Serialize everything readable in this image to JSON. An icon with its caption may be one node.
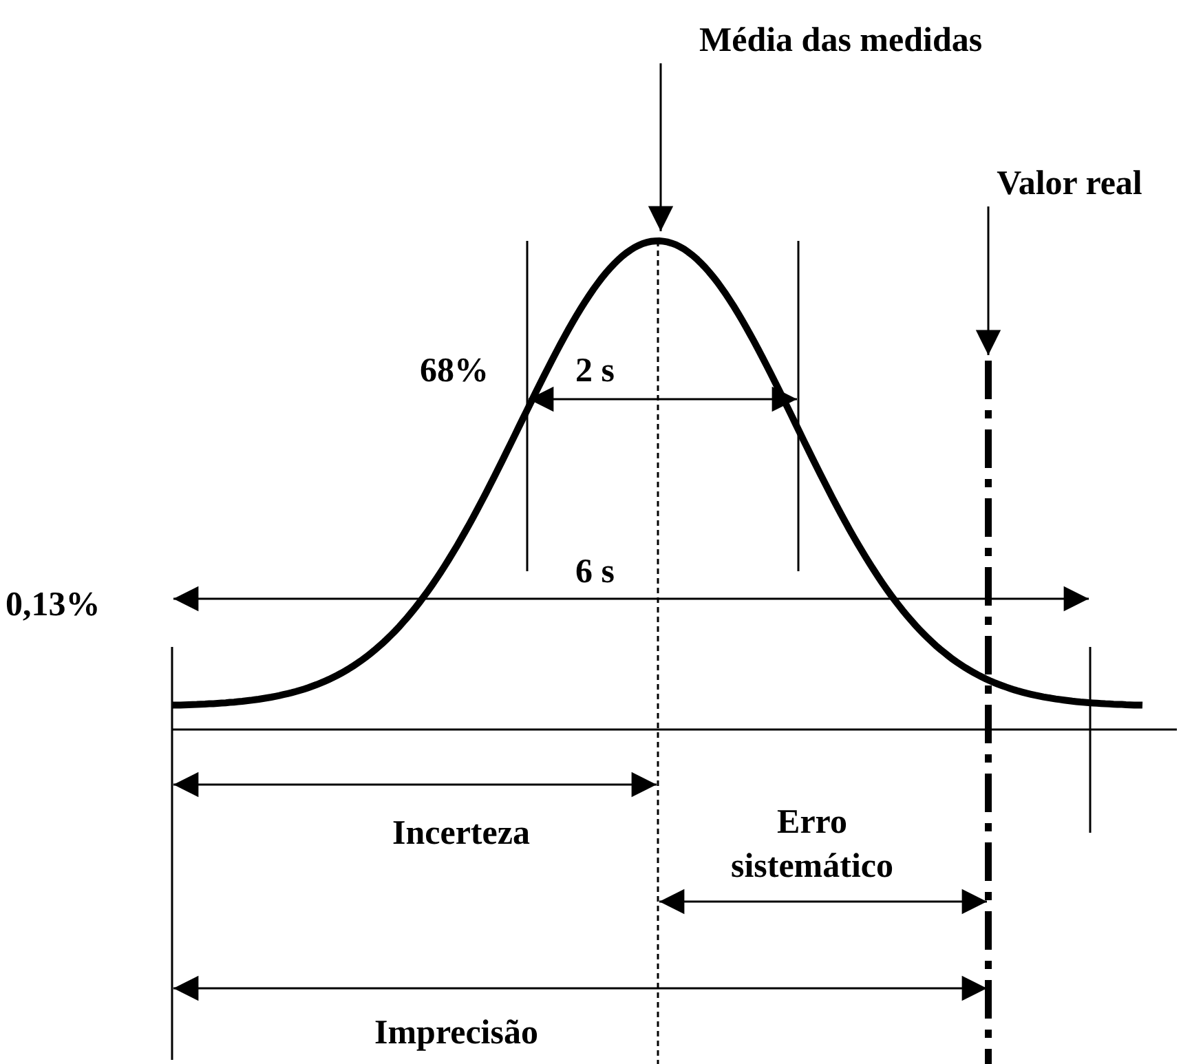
{
  "diagram": {
    "nodes": [
      {
        "text": [
          "Média das medidas"
        ]
      },
      {
        "text": [
          "Valor real"
        ]
      }
    ],
    "edges": [
      {
        "from": 0,
        "to": null,
        "arrow": "to"
      },
      {
        "from": 1,
        "to": null,
        "arrow": "to"
      }
    ],
    "labels": [
      "68%",
      "2 s",
      "0,13%",
      "6 s",
      "Incerteza",
      "Erro sistemático",
      "Imprecisão"
    ]
  }
}
